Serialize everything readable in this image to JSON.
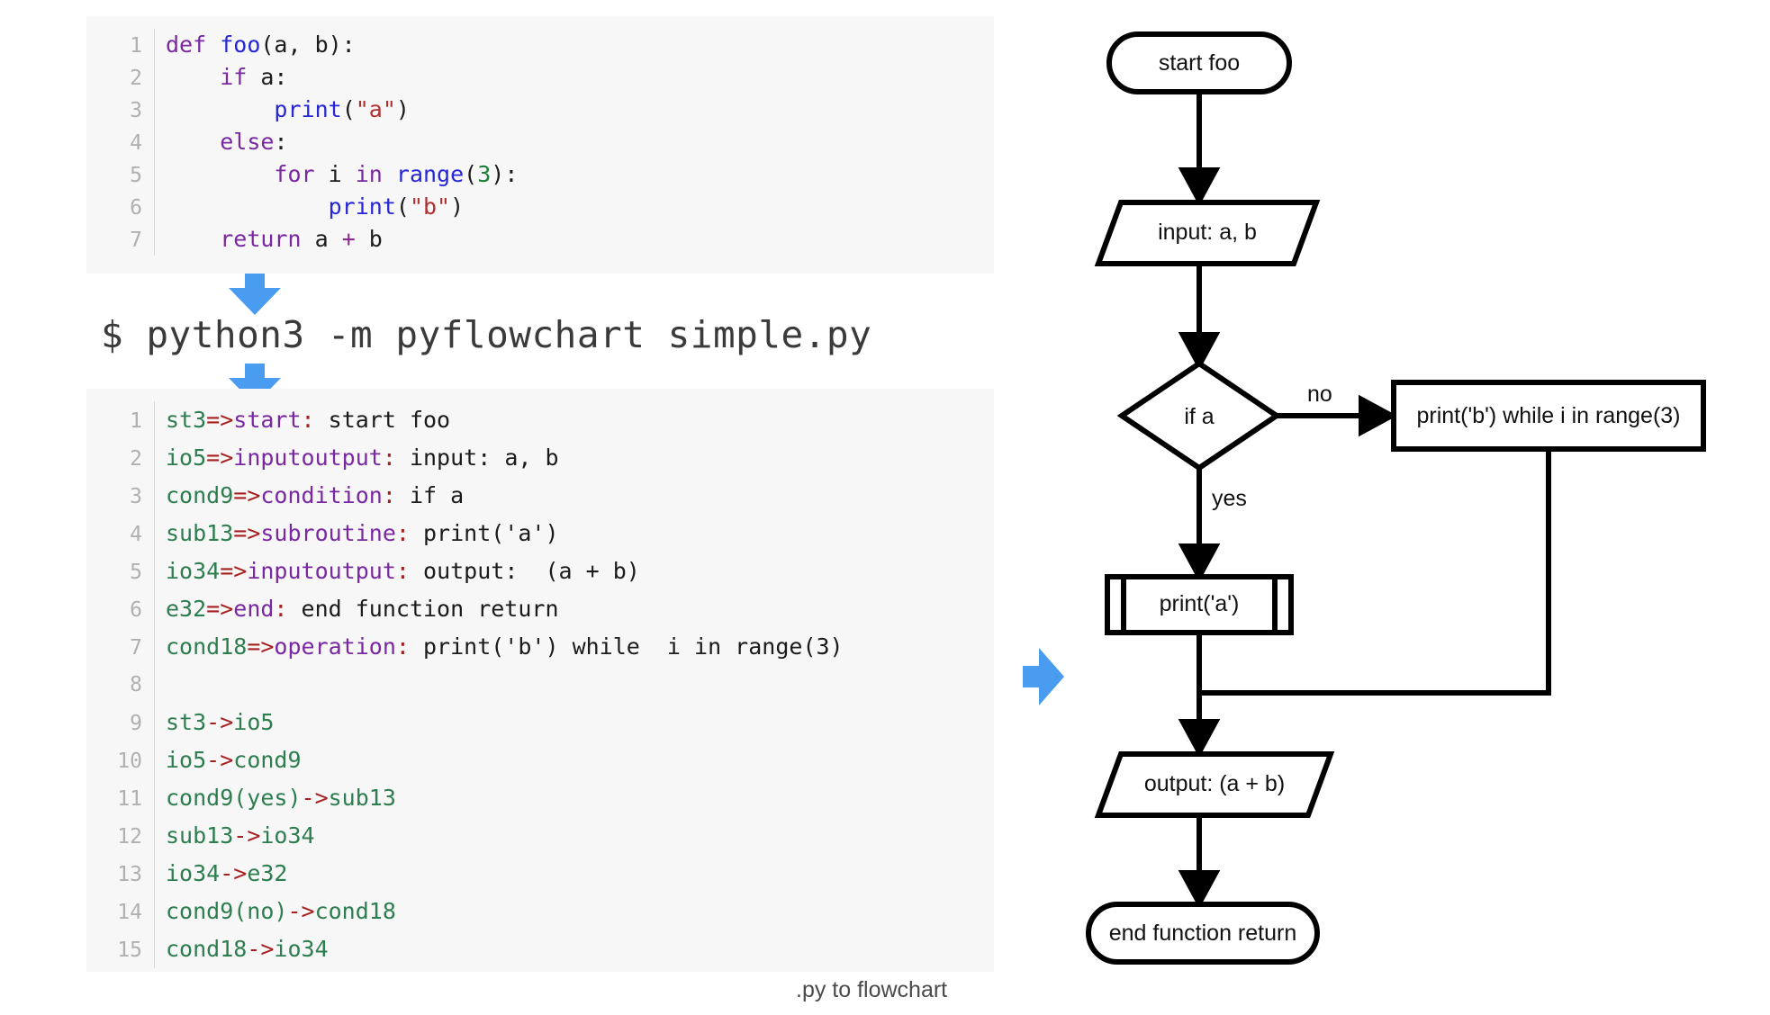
{
  "source_code": {
    "title": "simple.py",
    "lines": [
      {
        "n": "1",
        "tokens": [
          {
            "t": "def ",
            "c": "kw"
          },
          {
            "t": "foo",
            "c": "fn"
          },
          {
            "t": "(a, b):",
            "c": ""
          }
        ]
      },
      {
        "n": "2",
        "tokens": [
          {
            "t": "    ",
            "c": ""
          },
          {
            "t": "if",
            "c": "kw"
          },
          {
            "t": " a:",
            "c": ""
          }
        ]
      },
      {
        "n": "3",
        "tokens": [
          {
            "t": "        ",
            "c": ""
          },
          {
            "t": "print",
            "c": "fn"
          },
          {
            "t": "(",
            "c": ""
          },
          {
            "t": "\"a\"",
            "c": "str"
          },
          {
            "t": ")",
            "c": ""
          }
        ]
      },
      {
        "n": "4",
        "tokens": [
          {
            "t": "    ",
            "c": ""
          },
          {
            "t": "else",
            "c": "kw"
          },
          {
            "t": ":",
            "c": ""
          }
        ]
      },
      {
        "n": "5",
        "tokens": [
          {
            "t": "        ",
            "c": ""
          },
          {
            "t": "for",
            "c": "kw"
          },
          {
            "t": " i ",
            "c": ""
          },
          {
            "t": "in",
            "c": "kw"
          },
          {
            "t": " ",
            "c": ""
          },
          {
            "t": "range",
            "c": "fn"
          },
          {
            "t": "(",
            "c": ""
          },
          {
            "t": "3",
            "c": "num"
          },
          {
            "t": "):",
            "c": ""
          }
        ]
      },
      {
        "n": "6",
        "tokens": [
          {
            "t": "            ",
            "c": ""
          },
          {
            "t": "print",
            "c": "fn"
          },
          {
            "t": "(",
            "c": ""
          },
          {
            "t": "\"b\"",
            "c": "str"
          },
          {
            "t": ")",
            "c": ""
          }
        ]
      },
      {
        "n": "7",
        "tokens": [
          {
            "t": "    ",
            "c": ""
          },
          {
            "t": "return",
            "c": "kw"
          },
          {
            "t": " a ",
            "c": ""
          },
          {
            "t": "+",
            "c": "op"
          },
          {
            "t": " b",
            "c": ""
          }
        ]
      }
    ]
  },
  "cli": {
    "command": "$ python3 -m pyflowchart simple.py"
  },
  "dsl_code": {
    "lines": [
      {
        "n": "1",
        "tokens": [
          {
            "t": "st3",
            "c": "id"
          },
          {
            "t": "=>",
            "c": "arw"
          },
          {
            "t": "start",
            "c": "typ"
          },
          {
            "t": ":",
            "c": "col"
          },
          {
            "t": " start foo",
            "c": ""
          }
        ]
      },
      {
        "n": "2",
        "tokens": [
          {
            "t": "io5",
            "c": "id"
          },
          {
            "t": "=>",
            "c": "arw"
          },
          {
            "t": "inputoutput",
            "c": "typ"
          },
          {
            "t": ":",
            "c": "col"
          },
          {
            "t": " input: a, b",
            "c": ""
          }
        ]
      },
      {
        "n": "3",
        "tokens": [
          {
            "t": "cond9",
            "c": "id"
          },
          {
            "t": "=>",
            "c": "arw"
          },
          {
            "t": "condition",
            "c": "typ"
          },
          {
            "t": ":",
            "c": "col"
          },
          {
            "t": " if a",
            "c": ""
          }
        ]
      },
      {
        "n": "4",
        "tokens": [
          {
            "t": "sub13",
            "c": "id"
          },
          {
            "t": "=>",
            "c": "arw"
          },
          {
            "t": "subroutine",
            "c": "typ"
          },
          {
            "t": ":",
            "c": "col"
          },
          {
            "t": " print('a')",
            "c": ""
          }
        ]
      },
      {
        "n": "5",
        "tokens": [
          {
            "t": "io34",
            "c": "id"
          },
          {
            "t": "=>",
            "c": "arw"
          },
          {
            "t": "inputoutput",
            "c": "typ"
          },
          {
            "t": ":",
            "c": "col"
          },
          {
            "t": " output:  (a + b)",
            "c": ""
          }
        ]
      },
      {
        "n": "6",
        "tokens": [
          {
            "t": "e32",
            "c": "id"
          },
          {
            "t": "=>",
            "c": "arw"
          },
          {
            "t": "end",
            "c": "typ"
          },
          {
            "t": ":",
            "c": "col"
          },
          {
            "t": " end function return",
            "c": ""
          }
        ]
      },
      {
        "n": "7",
        "tokens": [
          {
            "t": "cond18",
            "c": "id"
          },
          {
            "t": "=>",
            "c": "arw"
          },
          {
            "t": "operation",
            "c": "typ"
          },
          {
            "t": ":",
            "c": "col"
          },
          {
            "t": " print('b') while  i in range(3)",
            "c": ""
          }
        ]
      },
      {
        "n": "8",
        "tokens": []
      },
      {
        "n": "9",
        "tokens": [
          {
            "t": "st3",
            "c": "id"
          },
          {
            "t": "->",
            "c": "arw"
          },
          {
            "t": "io5",
            "c": "id"
          }
        ]
      },
      {
        "n": "10",
        "tokens": [
          {
            "t": "io5",
            "c": "id"
          },
          {
            "t": "->",
            "c": "arw"
          },
          {
            "t": "cond9",
            "c": "id"
          }
        ]
      },
      {
        "n": "11",
        "tokens": [
          {
            "t": "cond9(yes)",
            "c": "id"
          },
          {
            "t": "->",
            "c": "arw"
          },
          {
            "t": "sub13",
            "c": "id"
          }
        ]
      },
      {
        "n": "12",
        "tokens": [
          {
            "t": "sub13",
            "c": "id"
          },
          {
            "t": "->",
            "c": "arw"
          },
          {
            "t": "io34",
            "c": "id"
          }
        ]
      },
      {
        "n": "13",
        "tokens": [
          {
            "t": "io34",
            "c": "id"
          },
          {
            "t": "->",
            "c": "arw"
          },
          {
            "t": "e32",
            "c": "id"
          }
        ]
      },
      {
        "n": "14",
        "tokens": [
          {
            "t": "cond9(no)",
            "c": "id"
          },
          {
            "t": "->",
            "c": "arw"
          },
          {
            "t": "cond18",
            "c": "id"
          }
        ]
      },
      {
        "n": "15",
        "tokens": [
          {
            "t": "cond18",
            "c": "id"
          },
          {
            "t": "->",
            "c": "arw"
          },
          {
            "t": "io34",
            "c": "id"
          }
        ]
      }
    ]
  },
  "caption": {
    "text": ".py to flowchart"
  },
  "colors": {
    "arrow_blue": "#4a9cf0",
    "code_background": "#f7f7f7",
    "flow_stroke": "#000000",
    "line_number": "#b0b0b0"
  },
  "flowchart": {
    "nodes": {
      "start": {
        "label": "start foo",
        "shape": "stadium"
      },
      "input": {
        "label": "input: a, b",
        "shape": "parallelogram"
      },
      "condition": {
        "label": "if a",
        "shape": "diamond"
      },
      "operation": {
        "label": "print('b') while i in range(3)",
        "shape": "rectangle"
      },
      "subroutine": {
        "label": "print('a')",
        "shape": "subroutine"
      },
      "output": {
        "label": "output: (a + b)",
        "shape": "parallelogram"
      },
      "end": {
        "label": "end function return",
        "shape": "stadium"
      }
    },
    "edges": {
      "no_label": "no",
      "yes_label": "yes"
    }
  }
}
